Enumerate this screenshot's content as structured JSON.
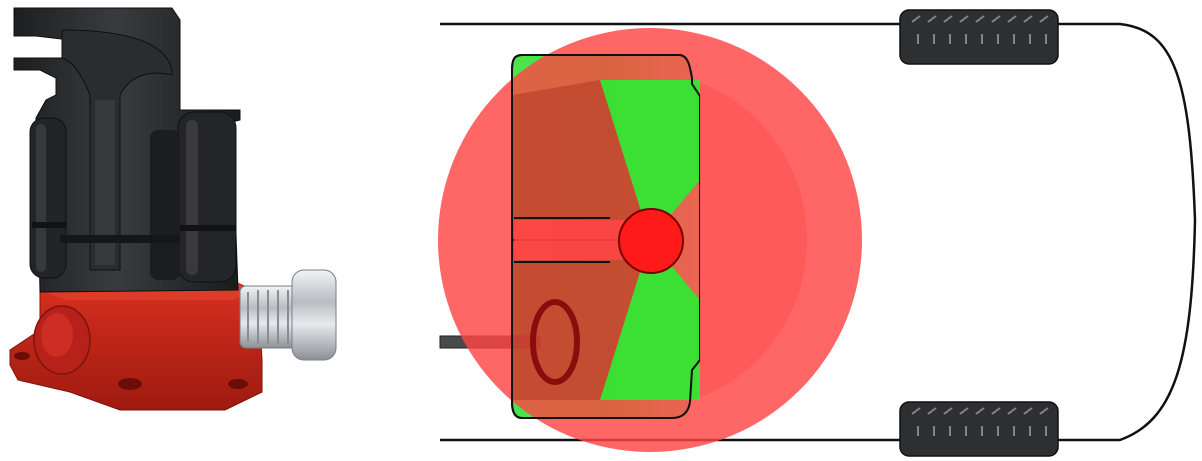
{
  "scene": {
    "background": "#ffffff",
    "left_panel": {
      "subject": "pedal-unit-product-photo",
      "body_color": "#2a2b2d",
      "base_color": "#c8261a",
      "fitting_color": "#c9ccd0"
    },
    "right_panel": {
      "subject": "pedal-overhead-clearance-diagram",
      "pedal_plate_color": "#2de62d",
      "sweep_zone_color": "#ff4d4d",
      "pivot_color": "#ff1a1a",
      "foot_pads": 2,
      "outline_color": "#111111"
    }
  }
}
